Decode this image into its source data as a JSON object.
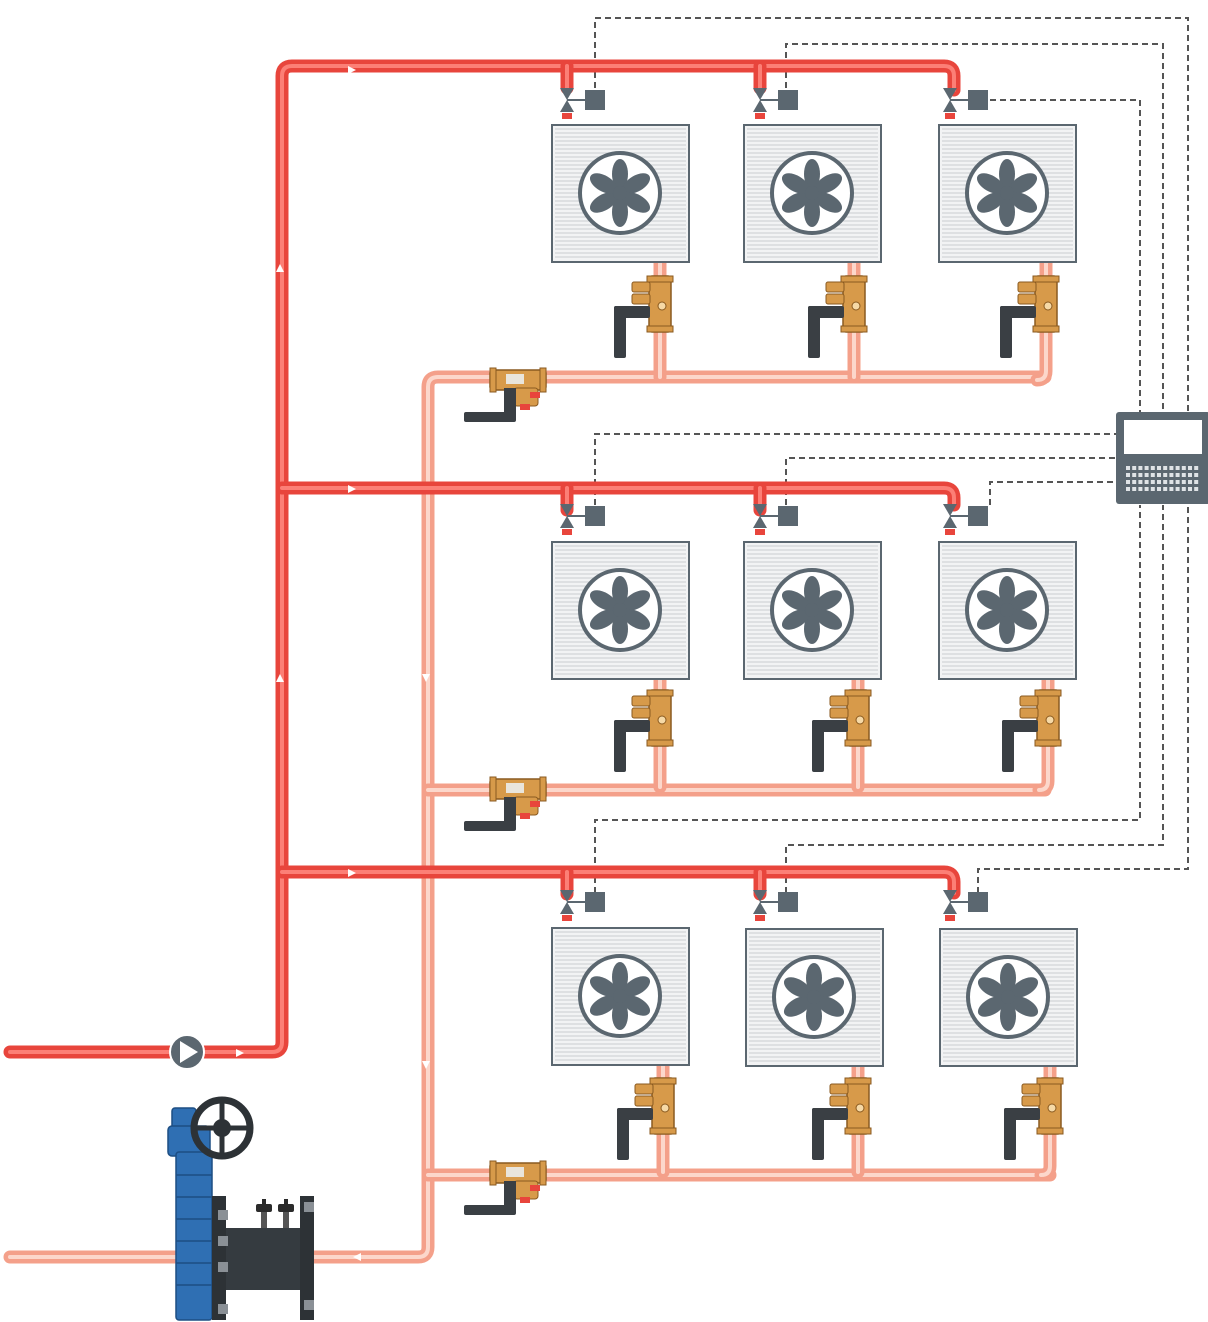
{
  "diagram": {
    "labels": [],
    "colors": {
      "supply_pipe": "#e8453c",
      "supply_highlight": "#ff8a80",
      "return_pipe": "#f4a08a",
      "return_highlight": "#fde0d6",
      "device_gray": "#5b6770",
      "coil_bg": "#f2f3f4",
      "brass": "#d79a4a",
      "brass_dark": "#8a5a20",
      "handle_dark": "#3a3f44",
      "actuator_blue": "#2f6fb3",
      "valve_body": "#2d3236",
      "control_wire": "#555555"
    },
    "rows": [
      {
        "units": [
          "fan-coil-unit",
          "fan-coil-unit",
          "fan-coil-unit"
        ]
      },
      {
        "units": [
          "fan-coil-unit",
          "fan-coil-unit",
          "fan-coil-unit"
        ]
      },
      {
        "units": [
          "fan-coil-unit",
          "fan-coil-unit",
          "fan-coil-unit"
        ]
      }
    ],
    "icons": [
      "pump-icon",
      "fan-icon",
      "two-way-valve-icon",
      "actuator-icon",
      "balancing-valve-icon",
      "controller-icon",
      "butterfly-valve-icon",
      "flow-arrow-icon"
    ]
  }
}
